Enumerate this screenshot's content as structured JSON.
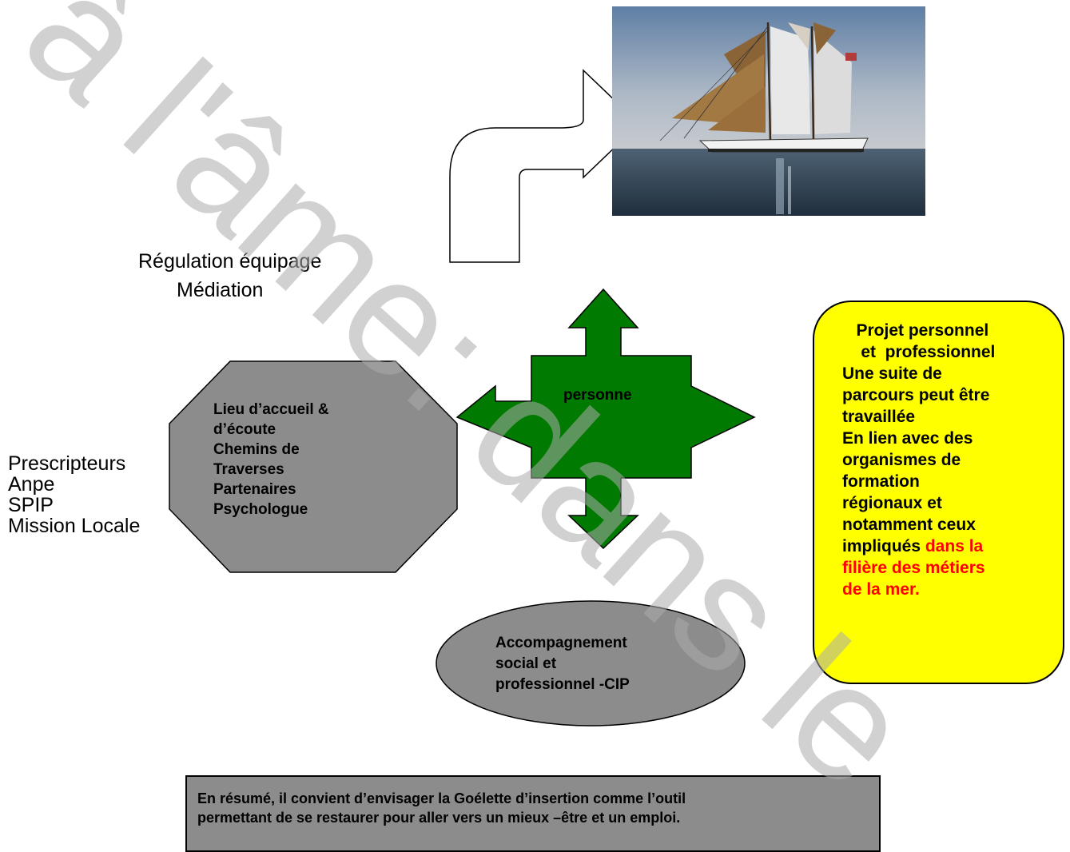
{
  "watermark": "à l'âme: dans le",
  "regulation": {
    "line1": "Régulation   équipage",
    "line2": "Médiation"
  },
  "prescribers": [
    "Prescripteurs",
    "Anpe",
    "SPIP",
    "Mission Locale"
  ],
  "octagon_lines": [
    "Lieu d’accueil &",
    "d’écoute",
    "Chemins de",
    "Traverses",
    "Partenaires",
    "Psychologue"
  ],
  "center_label": "personne",
  "project_box": {
    "lines": [
      "   Projet personnel",
      "    et  professionnel",
      "Une suite de",
      "parcours peut être",
      "travaillée",
      "En lien avec des",
      "organismes de",
      "formation",
      "régionaux et",
      "notamment ceux"
    ],
    "impliques_black": "impliqués ",
    "impliques_red": "dans la",
    "red_lines": [
      "filière des métiers",
      "de la mer."
    ]
  },
  "ellipse_lines": [
    "Accompagnement",
    "social et",
    "professionnel -CIP"
  ],
  "summary": [
    "En résumé, il convient d’envisager la Goélette d’insertion comme l’outil",
    "permettant de se restaurer  pour aller vers un mieux –être et un emploi."
  ],
  "colors": {
    "green": "#007a00",
    "gray_shape": "#8c8c8c",
    "yellow": "#ffff00",
    "red_text": "#ff0000",
    "watermark": "#ababab"
  },
  "icons": {
    "ship_photo": "schooner-photo",
    "curved_arrow": "bent-up-arrow",
    "cross_arrow": "four-way-arrow"
  }
}
